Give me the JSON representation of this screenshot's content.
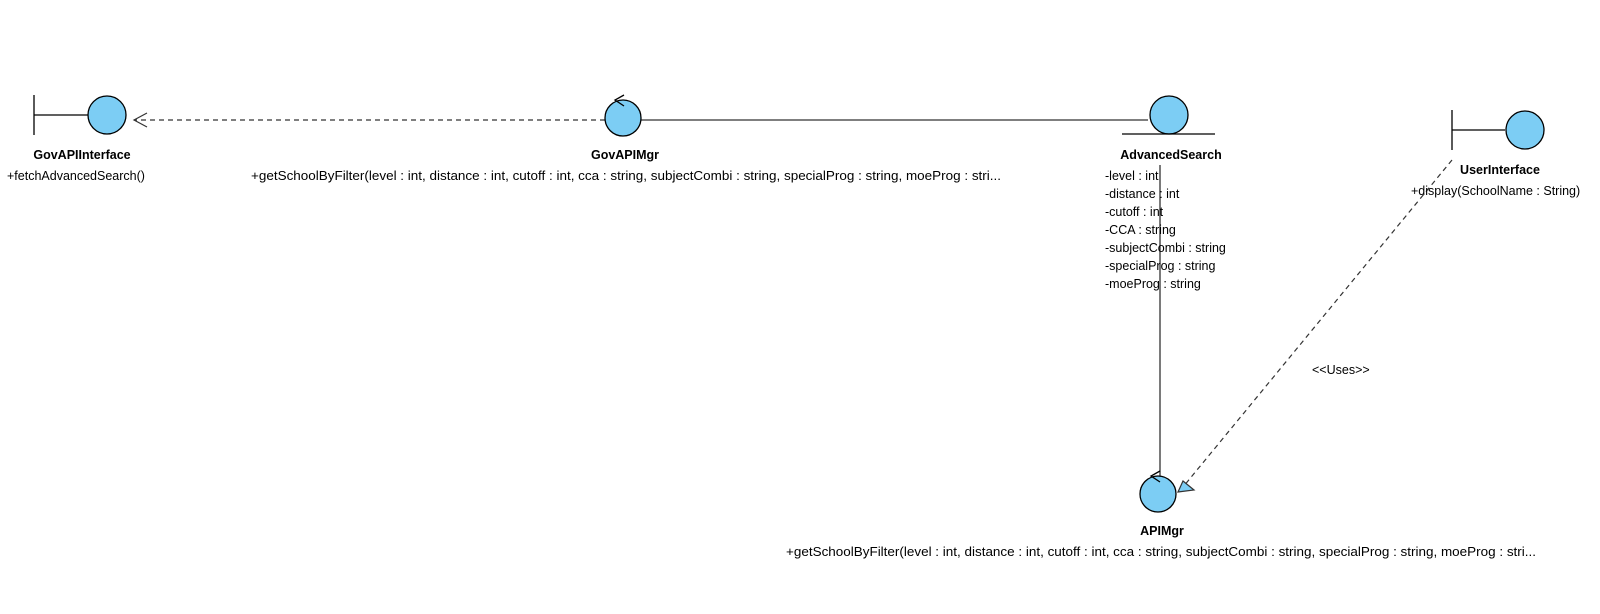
{
  "diagram": {
    "colors": {
      "fill": "#7ccdf4",
      "stroke": "#000000",
      "line": "#333333"
    },
    "elements": {
      "gov_api_interface": {
        "kind": "boundary",
        "name": "GovAPIInterface",
        "operations": [
          "+fetchAdvancedSearch()"
        ]
      },
      "gov_api_mgr": {
        "kind": "control",
        "name": "GovAPIMgr",
        "operations": [
          "+getSchoolByFilter(level : int, distance : int, cutoff : int, cca : string, subjectCombi : string, specialProg : string, moeProg : stri..."
        ]
      },
      "advanced_search": {
        "kind": "entity",
        "name": "AdvancedSearch",
        "attributes": [
          "-level : int",
          "-distance : int",
          "-cutoff : int",
          "-CCA : string",
          "-subjectCombi : string",
          "-specialProg : string",
          "-moeProg : string"
        ]
      },
      "user_interface": {
        "kind": "boundary",
        "name": "UserInterface",
        "operations": [
          "+display(SchoolName : String)"
        ]
      },
      "api_mgr": {
        "kind": "control",
        "name": "APIMgr",
        "operations": [
          "+getSchoolByFilter(level : int, distance : int, cutoff : int, cca : string, subjectCombi : string, specialProg : string, moeProg : stri..."
        ]
      }
    },
    "connectors": {
      "govmgr_to_govinterface": {
        "from": "GovAPIMgr",
        "to": "GovAPIInterface",
        "style": "dependency"
      },
      "advsearch_to_govmgr": {
        "from": "AdvancedSearch",
        "to": "GovAPIMgr",
        "style": "association"
      },
      "advsearch_to_apimgr": {
        "from": "AdvancedSearch",
        "to": "APIMgr",
        "style": "association"
      },
      "userinterface_to_apimgr": {
        "from": "UserInterface",
        "to": "APIMgr",
        "style": "realization",
        "stereotype": "<<Uses>>"
      }
    }
  }
}
